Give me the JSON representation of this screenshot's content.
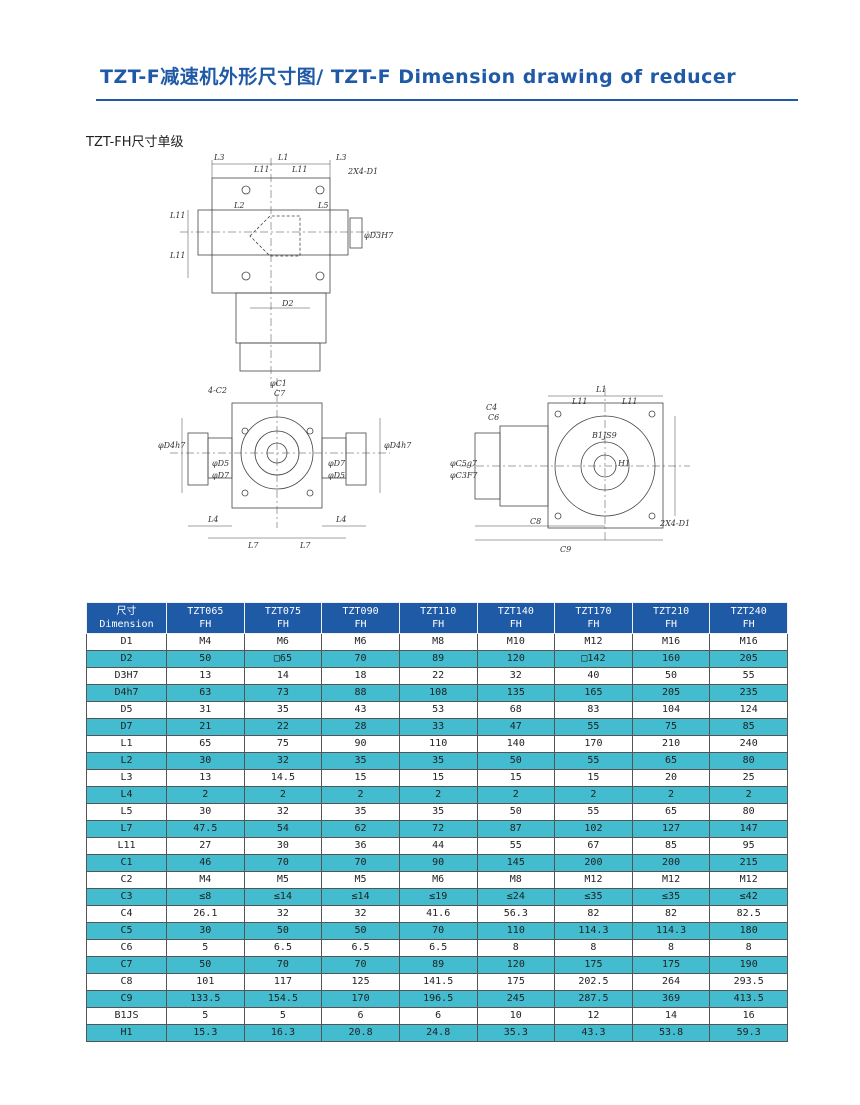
{
  "header": {
    "title": "TZT-F减速机外形尺寸图/ TZT-F Dimension drawing of reducer",
    "subtitle": "TZT-FH尺寸单级"
  },
  "drawing": {
    "labels": {
      "L3": "L3",
      "L1": "L1",
      "L11": "L11",
      "L2": "L2",
      "L5": "L5",
      "D1": "2X4-D1",
      "D3": "φD3H7",
      "D2": "D2",
      "C1": "φC1",
      "C7": "C7",
      "C2": "4-C2",
      "D4": "φD4h7",
      "D5": "φD5",
      "D7": "φD7",
      "L4": "L4",
      "L7": "L7",
      "C4": "C4",
      "C6": "C6",
      "C5": "φC5g7",
      "C3": "φC3F7",
      "C8": "C8",
      "C9": "C9",
      "B1": "B1JS9",
      "H1": "H1"
    }
  },
  "table": {
    "header_top": [
      "尺寸",
      "TZT065",
      "TZT075",
      "TZT090",
      "TZT110",
      "TZT140",
      "TZT170",
      "TZT210",
      "TZT240"
    ],
    "header_bottom": [
      "Dimension",
      "FH",
      "FH",
      "FH",
      "FH",
      "FH",
      "FH",
      "FH",
      "FH"
    ],
    "rows": [
      [
        "D1",
        "M4",
        "M6",
        "M6",
        "M8",
        "M10",
        "M12",
        "M16",
        "M16"
      ],
      [
        "D2",
        "50",
        "□65",
        "70",
        "89",
        "120",
        "□142",
        "160",
        "205"
      ],
      [
        "D3H7",
        "13",
        "14",
        "18",
        "22",
        "32",
        "40",
        "50",
        "55"
      ],
      [
        "D4h7",
        "63",
        "73",
        "88",
        "108",
        "135",
        "165",
        "205",
        "235"
      ],
      [
        "D5",
        "31",
        "35",
        "43",
        "53",
        "68",
        "83",
        "104",
        "124"
      ],
      [
        "D7",
        "21",
        "22",
        "28",
        "33",
        "47",
        "55",
        "75",
        "85"
      ],
      [
        "L1",
        "65",
        "75",
        "90",
        "110",
        "140",
        "170",
        "210",
        "240"
      ],
      [
        "L2",
        "30",
        "32",
        "35",
        "35",
        "50",
        "55",
        "65",
        "80"
      ],
      [
        "L3",
        "13",
        "14.5",
        "15",
        "15",
        "15",
        "15",
        "20",
        "25"
      ],
      [
        "L4",
        "2",
        "2",
        "2",
        "2",
        "2",
        "2",
        "2",
        "2"
      ],
      [
        "L5",
        "30",
        "32",
        "35",
        "35",
        "50",
        "55",
        "65",
        "80"
      ],
      [
        "L7",
        "47.5",
        "54",
        "62",
        "72",
        "87",
        "102",
        "127",
        "147"
      ],
      [
        "L11",
        "27",
        "30",
        "36",
        "44",
        "55",
        "67",
        "85",
        "95"
      ],
      [
        "C1",
        "46",
        "70",
        "70",
        "90",
        "145",
        "200",
        "200",
        "215"
      ],
      [
        "C2",
        "M4",
        "M5",
        "M5",
        "M6",
        "M8",
        "M12",
        "M12",
        "M12"
      ],
      [
        "C3",
        "≤8",
        "≤14",
        "≤14",
        "≤19",
        "≤24",
        "≤35",
        "≤35",
        "≤42"
      ],
      [
        "C4",
        "26.1",
        "32",
        "32",
        "41.6",
        "56.3",
        "82",
        "82",
        "82.5"
      ],
      [
        "C5",
        "30",
        "50",
        "50",
        "70",
        "110",
        "114.3",
        "114.3",
        "180"
      ],
      [
        "C6",
        "5",
        "6.5",
        "6.5",
        "6.5",
        "8",
        "8",
        "8",
        "8"
      ],
      [
        "C7",
        "50",
        "70",
        "70",
        "89",
        "120",
        "175",
        "175",
        "190"
      ],
      [
        "C8",
        "101",
        "117",
        "125",
        "141.5",
        "175",
        "202.5",
        "264",
        "293.5"
      ],
      [
        "C9",
        "133.5",
        "154.5",
        "170",
        "196.5",
        "245",
        "287.5",
        "369",
        "413.5"
      ],
      [
        "B1JS",
        "5",
        "5",
        "6",
        "6",
        "10",
        "12",
        "14",
        "16"
      ],
      [
        "H1",
        "15.3",
        "16.3",
        "20.8",
        "24.8",
        "35.3",
        "43.3",
        "53.8",
        "59.3"
      ]
    ]
  },
  "colors": {
    "header_bg": "#1f5aa6",
    "row_stripe": "#43bcd0",
    "title": "#1f5aa6"
  }
}
